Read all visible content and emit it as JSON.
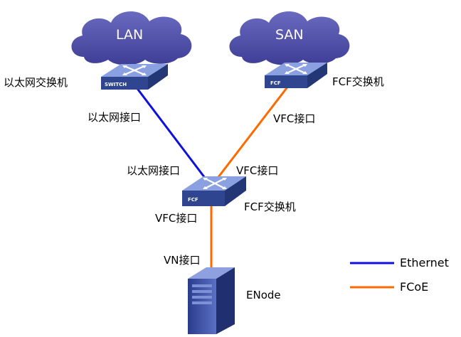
{
  "clouds": {
    "lan": "LAN",
    "san": "SAN"
  },
  "devices": {
    "eth_switch": {
      "label": "以太网交换机",
      "badge": "SWITCH"
    },
    "fcf_top": {
      "label": "FCF交换机",
      "badge": "FCF"
    },
    "fcf_middle": {
      "label": "FCF交换机",
      "badge": "FCF"
    },
    "enode": {
      "label": "ENode"
    }
  },
  "ports": {
    "eth_switch_port": "以太网接口",
    "fcf_top_port": "VFC接口",
    "fcf_mid_eth_port": "以太网接口",
    "fcf_mid_vfc_up": "VFC接口",
    "fcf_mid_vfc_down": "VFC接口",
    "enode_port": "VN接口"
  },
  "legend": [
    {
      "label": "Ethernet",
      "color": "#1010dd"
    },
    {
      "label": "FCoE",
      "color": "#ff6a00"
    }
  ],
  "colors": {
    "cloud": "#4a4aa8",
    "device": "#3a4fa0",
    "ethernet": "#1010dd",
    "fcoe": "#ff6a00"
  }
}
